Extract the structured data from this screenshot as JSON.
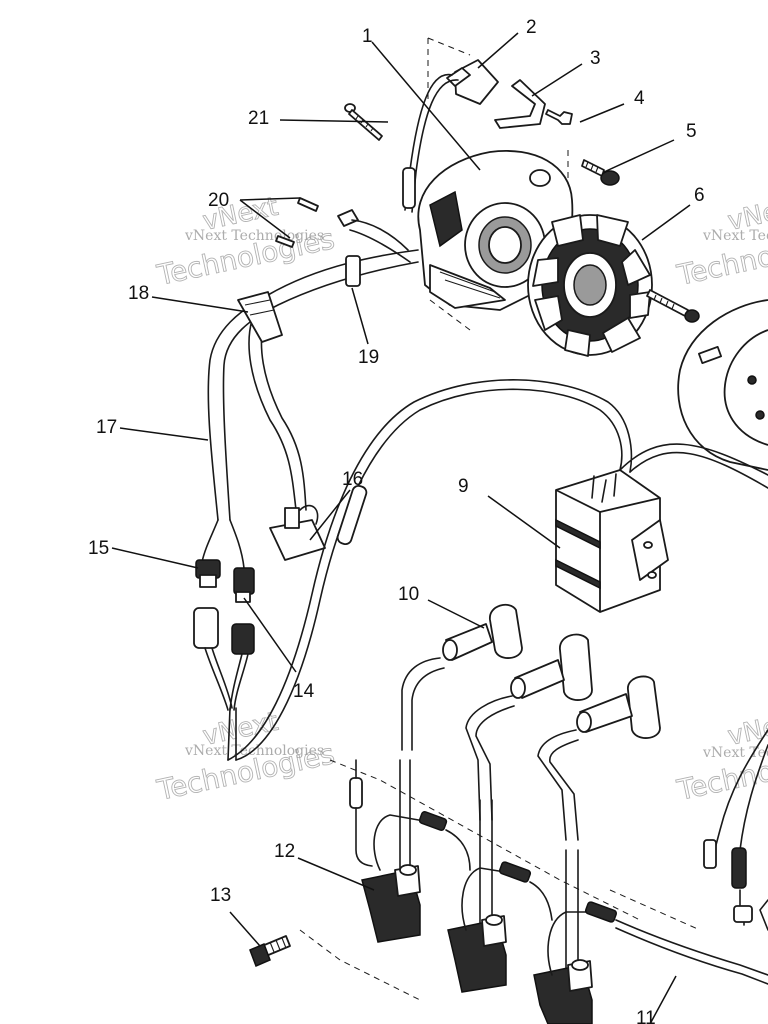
{
  "watermark": {
    "line1": "vNext",
    "line2": "vNext Technologies",
    "line3": "Technologies"
  },
  "callouts": [
    {
      "id": "1",
      "label": "1"
    },
    {
      "id": "2",
      "label": "2"
    },
    {
      "id": "3",
      "label": "3"
    },
    {
      "id": "4",
      "label": "4"
    },
    {
      "id": "5",
      "label": "5"
    },
    {
      "id": "6",
      "label": "6"
    },
    {
      "id": "9",
      "label": "9"
    },
    {
      "id": "10",
      "label": "10"
    },
    {
      "id": "11",
      "label": "11"
    },
    {
      "id": "12",
      "label": "12"
    },
    {
      "id": "13",
      "label": "13"
    },
    {
      "id": "14",
      "label": "14"
    },
    {
      "id": "15",
      "label": "15"
    },
    {
      "id": "16",
      "label": "16"
    },
    {
      "id": "17",
      "label": "17"
    },
    {
      "id": "18",
      "label": "18"
    },
    {
      "id": "19",
      "label": "19"
    },
    {
      "id": "20",
      "label": "20"
    },
    {
      "id": "21",
      "label": "21"
    }
  ]
}
